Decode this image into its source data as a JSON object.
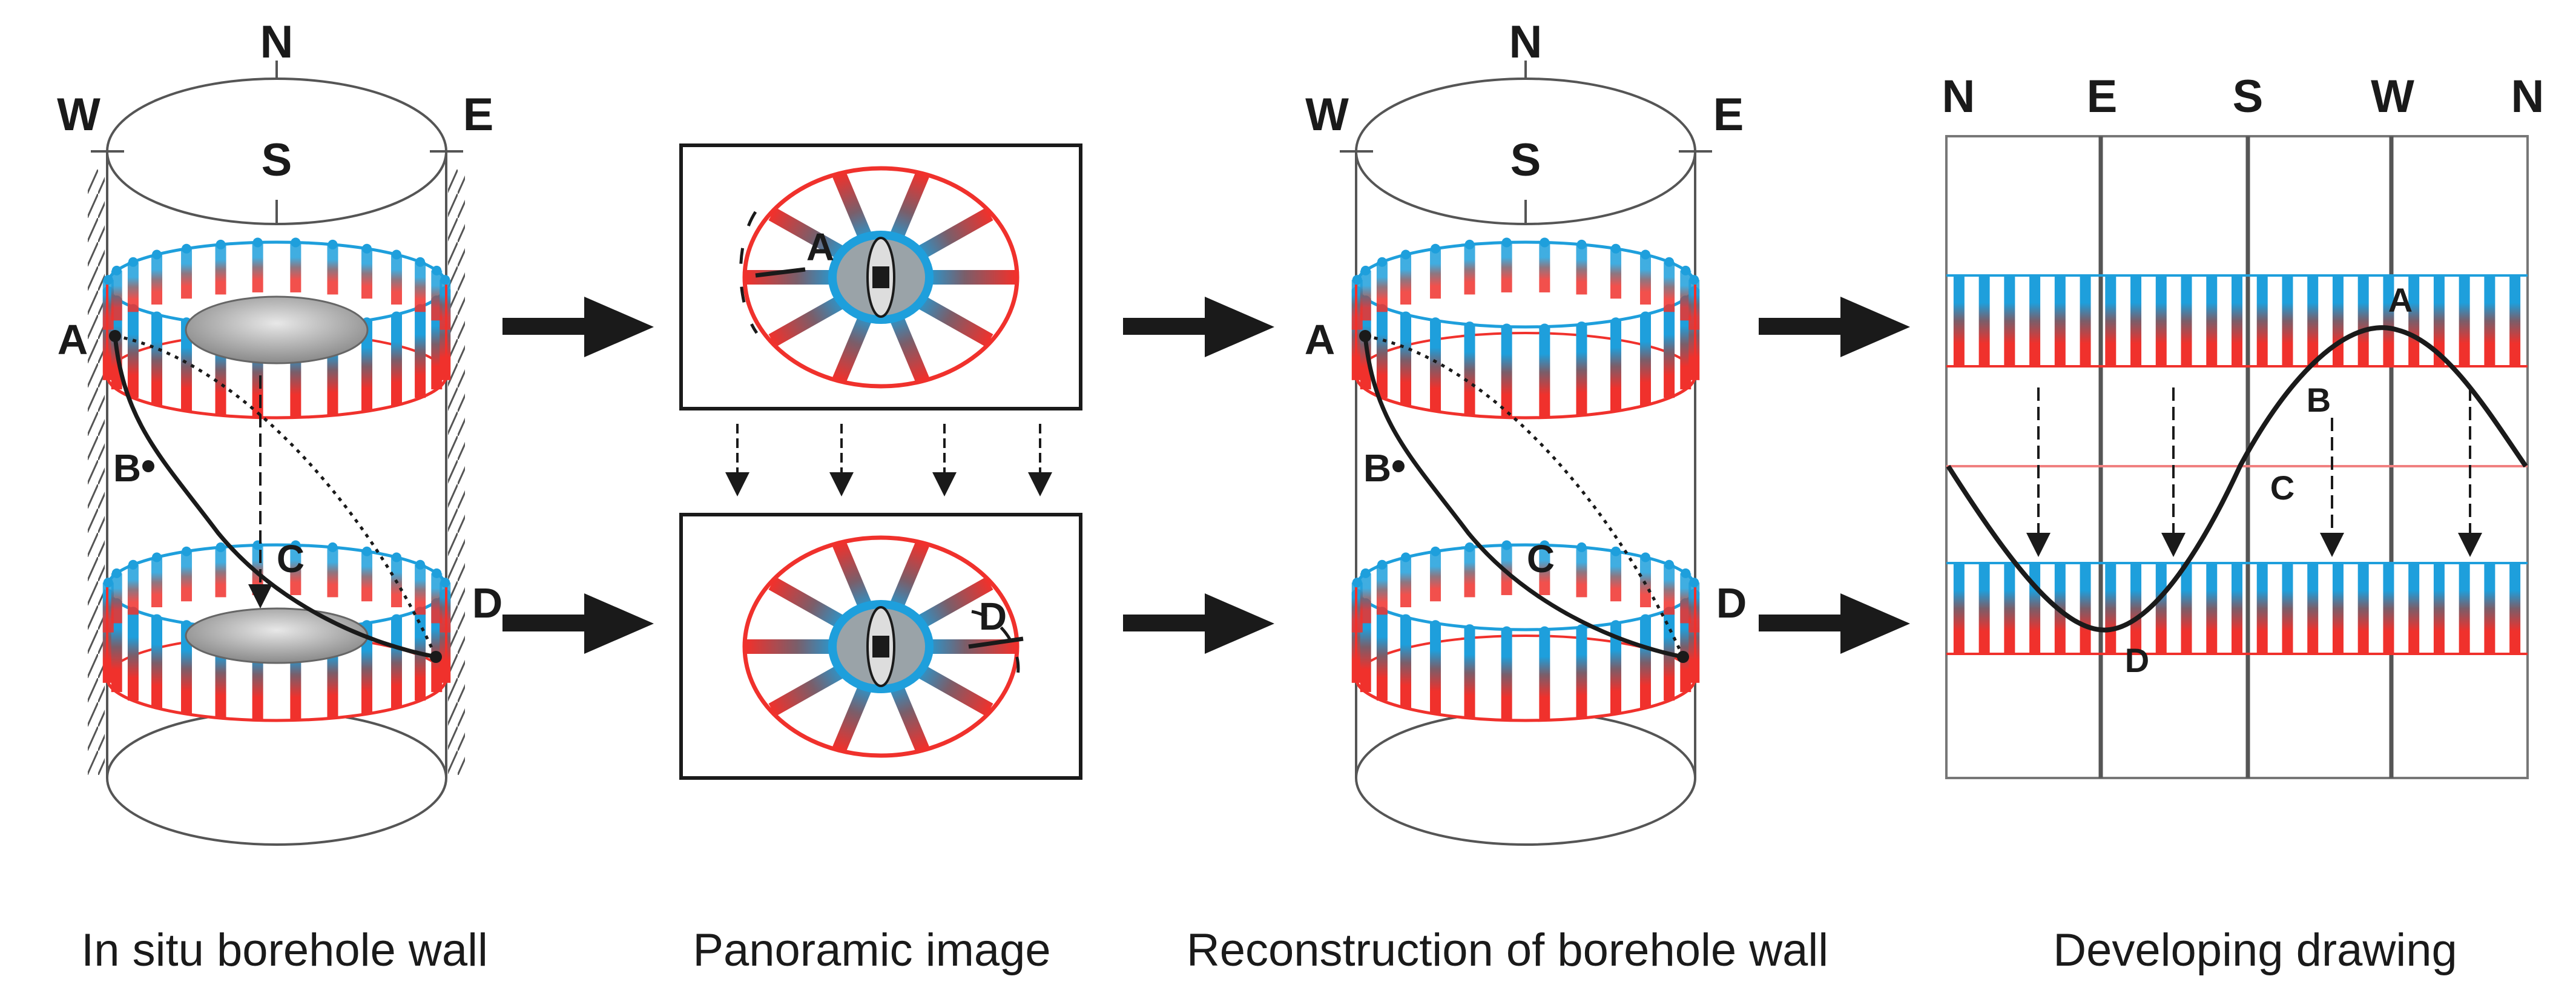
{
  "colors": {
    "blue": "#1e9fdc",
    "red": "#f0312c",
    "ink": "#1a1a1a",
    "line": "#555555"
  },
  "panel1": {
    "compass": {
      "north": "N",
      "west": "W",
      "south": "S",
      "east": "E"
    },
    "points": {
      "a": "A",
      "b": "B",
      "c": "C",
      "d": "D"
    },
    "caption": "In situ borehole wall"
  },
  "panel2": {
    "top_point": "A",
    "bottom_point": "D",
    "caption": "Panoramic image"
  },
  "panel3": {
    "compass": {
      "north": "N",
      "west": "W",
      "south": "S",
      "east": "E"
    },
    "points": {
      "a": "A",
      "b": "B",
      "c": "C",
      "d": "D"
    },
    "caption": "Reconstruction of borehole wall"
  },
  "panel4": {
    "directions": [
      "N",
      "E",
      "S",
      "W",
      "N"
    ],
    "points": {
      "a": "A",
      "b": "B",
      "c": "C",
      "d": "D"
    },
    "caption": "Developing drawing"
  }
}
